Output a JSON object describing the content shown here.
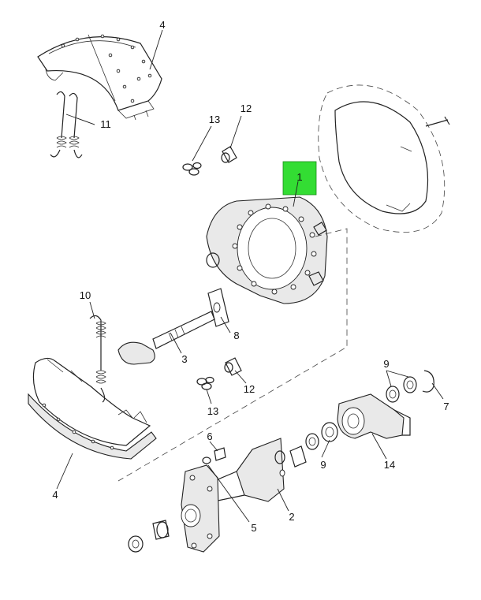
{
  "highlight_color": "#33dd33",
  "callouts": [
    {
      "id": "c4a",
      "text": "4"
    },
    {
      "id": "c11",
      "text": "11"
    },
    {
      "id": "c13a",
      "text": "13"
    },
    {
      "id": "c12a",
      "text": "12"
    },
    {
      "id": "c1",
      "text": "1"
    },
    {
      "id": "c10",
      "text": "10"
    },
    {
      "id": "c8",
      "text": "8"
    },
    {
      "id": "c3",
      "text": "3"
    },
    {
      "id": "c12b",
      "text": "12"
    },
    {
      "id": "c13b",
      "text": "13"
    },
    {
      "id": "c9a",
      "text": "9"
    },
    {
      "id": "c7",
      "text": "7"
    },
    {
      "id": "c6",
      "text": "6"
    },
    {
      "id": "c9b",
      "text": "9"
    },
    {
      "id": "c14",
      "text": "14"
    },
    {
      "id": "c4b",
      "text": "4"
    },
    {
      "id": "c5",
      "text": "5"
    },
    {
      "id": "c2",
      "text": "2"
    }
  ]
}
